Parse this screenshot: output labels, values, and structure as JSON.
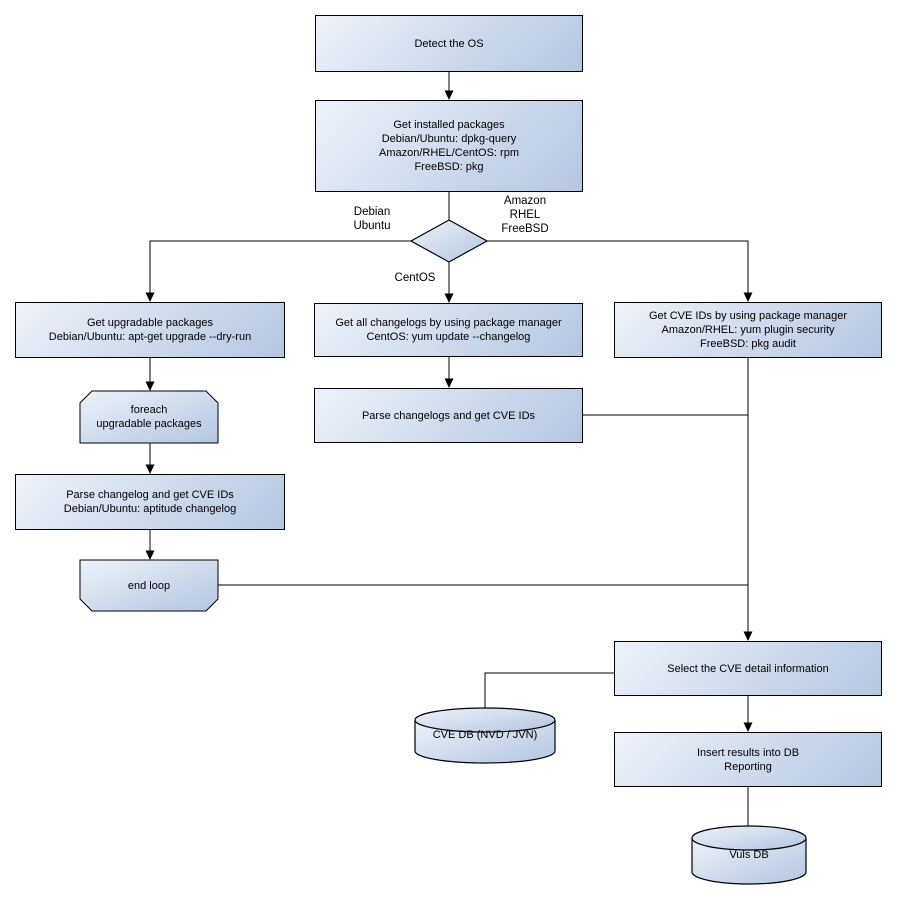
{
  "nodes": {
    "detect_os": "Detect the OS",
    "get_installed_packages": "Get installed packages\nDebian/Ubuntu: dpkg-query\nAmazon/RHEL/CentOS: rpm\nFreeBSD: pkg",
    "get_upgradable_packages": "Get upgradable packages\nDebian/Ubuntu: apt-get upgrade --dry-run",
    "foreach_loop": "foreach\nupgradable  packages",
    "parse_changelog_left": "Parse changelog and get  CVE IDs\nDebian/Ubuntu: aptitude changelog",
    "end_loop": "end loop",
    "get_all_changelogs": "Get all changelogs by using package manager\nCentOS: yum update --changelog",
    "parse_changelogs_mid": "Parse changelogs and get CVE IDs",
    "get_cve_ids": "Get CVE IDs by using package manager\nAmazon/RHEL: yum plugin security\nFreeBSD: pkg audit",
    "select_cve_detail": "Select the CVE detail information",
    "insert_results": "Insert results into DB\nReporting",
    "cve_db": "CVE DB (NVD / JVN)",
    "vuls_db": "Vuls DB"
  },
  "edge_labels": {
    "left_branch": "Debian\nUbuntu",
    "right_branch": "Amazon\nRHEL\nFreeBSD",
    "bottom_branch": "CentOS"
  },
  "colors": {
    "node_fill_light": "#eef2f9",
    "node_fill_dark": "#b4c6e0",
    "node_border": "#000000",
    "connector": "#000000",
    "background": "#ffffff",
    "text": "#000000"
  }
}
